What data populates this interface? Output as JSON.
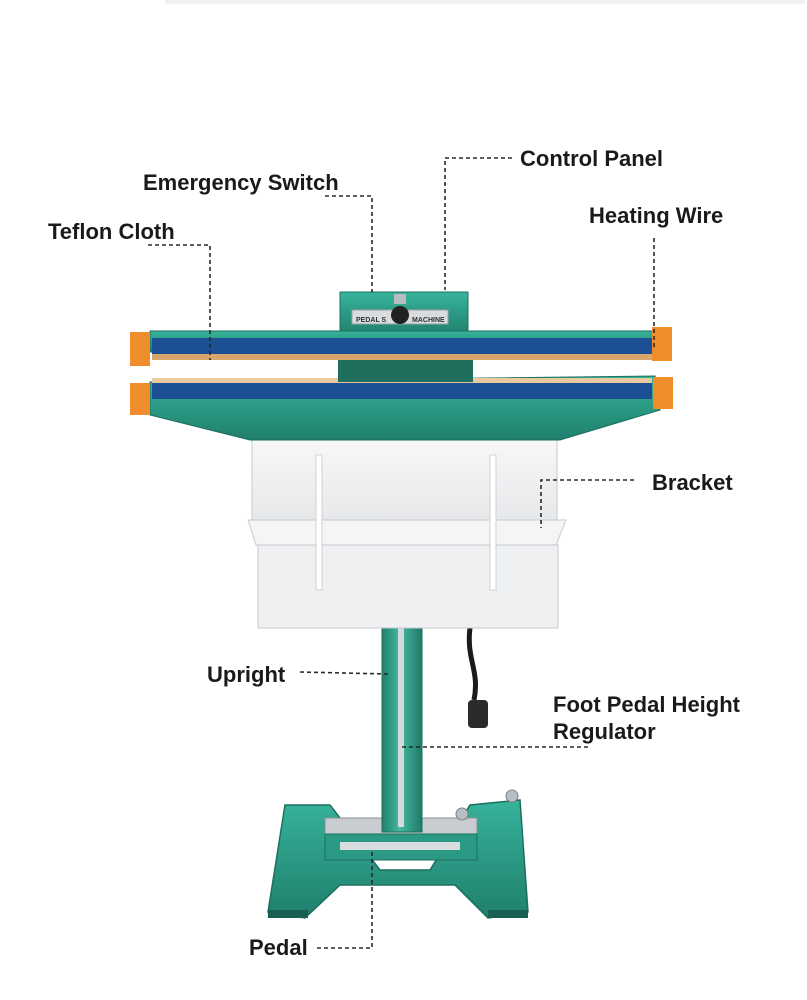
{
  "diagram": {
    "labels": {
      "control_panel": "Control Panel",
      "emergency_switch": "Emergency Switch",
      "teflon_cloth": "Teflon Cloth",
      "heating_wire": "Heating Wire",
      "bracket": "Bracket",
      "upright": "Upright",
      "foot_pedal_line1": "Foot Pedal Height",
      "foot_pedal_line2": "Regulator",
      "pedal": "Pedal"
    },
    "panel_text_left": "PEDAL S",
    "panel_text_right": "MACHINE",
    "colors": {
      "machine_body": "#2a9a85",
      "heating_strip": "#1d4f94",
      "end_caps": "#ef8c2b",
      "bracket": "#f7f7f7"
    }
  }
}
